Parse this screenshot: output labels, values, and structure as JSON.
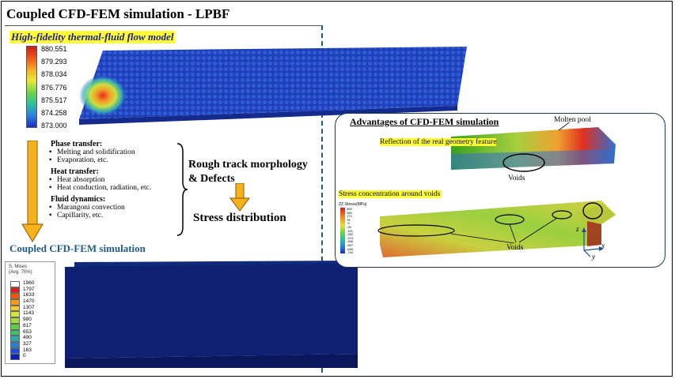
{
  "header": {
    "title": "Coupled CFD-FEM simulation - LPBF",
    "subtitle": "High-fidelity thermal-fluid flow model"
  },
  "temperature_colorbar": {
    "labels": [
      "880.551",
      "879.293",
      "878.034",
      "876.776",
      "875.517",
      "874.258",
      "873.000"
    ]
  },
  "physics": {
    "phase_transfer": {
      "heading": "Phase transfer:",
      "items": [
        "Melting and solidification",
        "Evaporation, etc."
      ]
    },
    "heat_transfer": {
      "heading": "Heat transfer:",
      "items": [
        "Heat absorption",
        "Heat conduction, radiation, etc."
      ]
    },
    "fluid_dynamics": {
      "heading": "Fluid dynamics:",
      "items": [
        "Marangoni convection",
        "Capillarity, etc."
      ]
    }
  },
  "outcome": {
    "line1": "Rough track morphology",
    "line2": "& Defects",
    "result": "Stress distribution"
  },
  "fem": {
    "label": "Coupled CFD-FEM simulation",
    "legend_title_1": "S, Mises",
    "legend_title_2": "(Avg: 75%)",
    "legend_values": [
      "1960",
      "1797",
      "1633",
      "1470",
      "1307",
      "1143",
      "980",
      "817",
      "653",
      "490",
      "327",
      "163",
      "0"
    ],
    "legend_colors": [
      "#ffffff",
      "#e31a1c",
      "#f0550f",
      "#f59a16",
      "#f6cc2a",
      "#d6e43c",
      "#a2df36",
      "#5fd043",
      "#39c36a",
      "#2aa9a7",
      "#2a7ed0",
      "#1c4fe0",
      "#0a1ec0"
    ]
  },
  "advantages": {
    "title": "Advantages of CFD-FEM simulation",
    "molten_pool": "Molten pool",
    "reflection": "Reflection of the real geometry feature",
    "voids_top": "Voids",
    "stress_concentration": "Stress concentration around voids",
    "stress_legend_title": "ZZ-Stress(MPa)",
    "stress_legend_values": [
      "369",
      "266",
      "174",
      "78",
      "-9",
      "-99",
      "-191",
      "-282",
      "-374",
      "-466",
      "-557",
      "-649",
      "-740"
    ],
    "voids_bottom": "Voids",
    "axis_z": "z",
    "axis_x": "x",
    "axis_y": "y"
  }
}
